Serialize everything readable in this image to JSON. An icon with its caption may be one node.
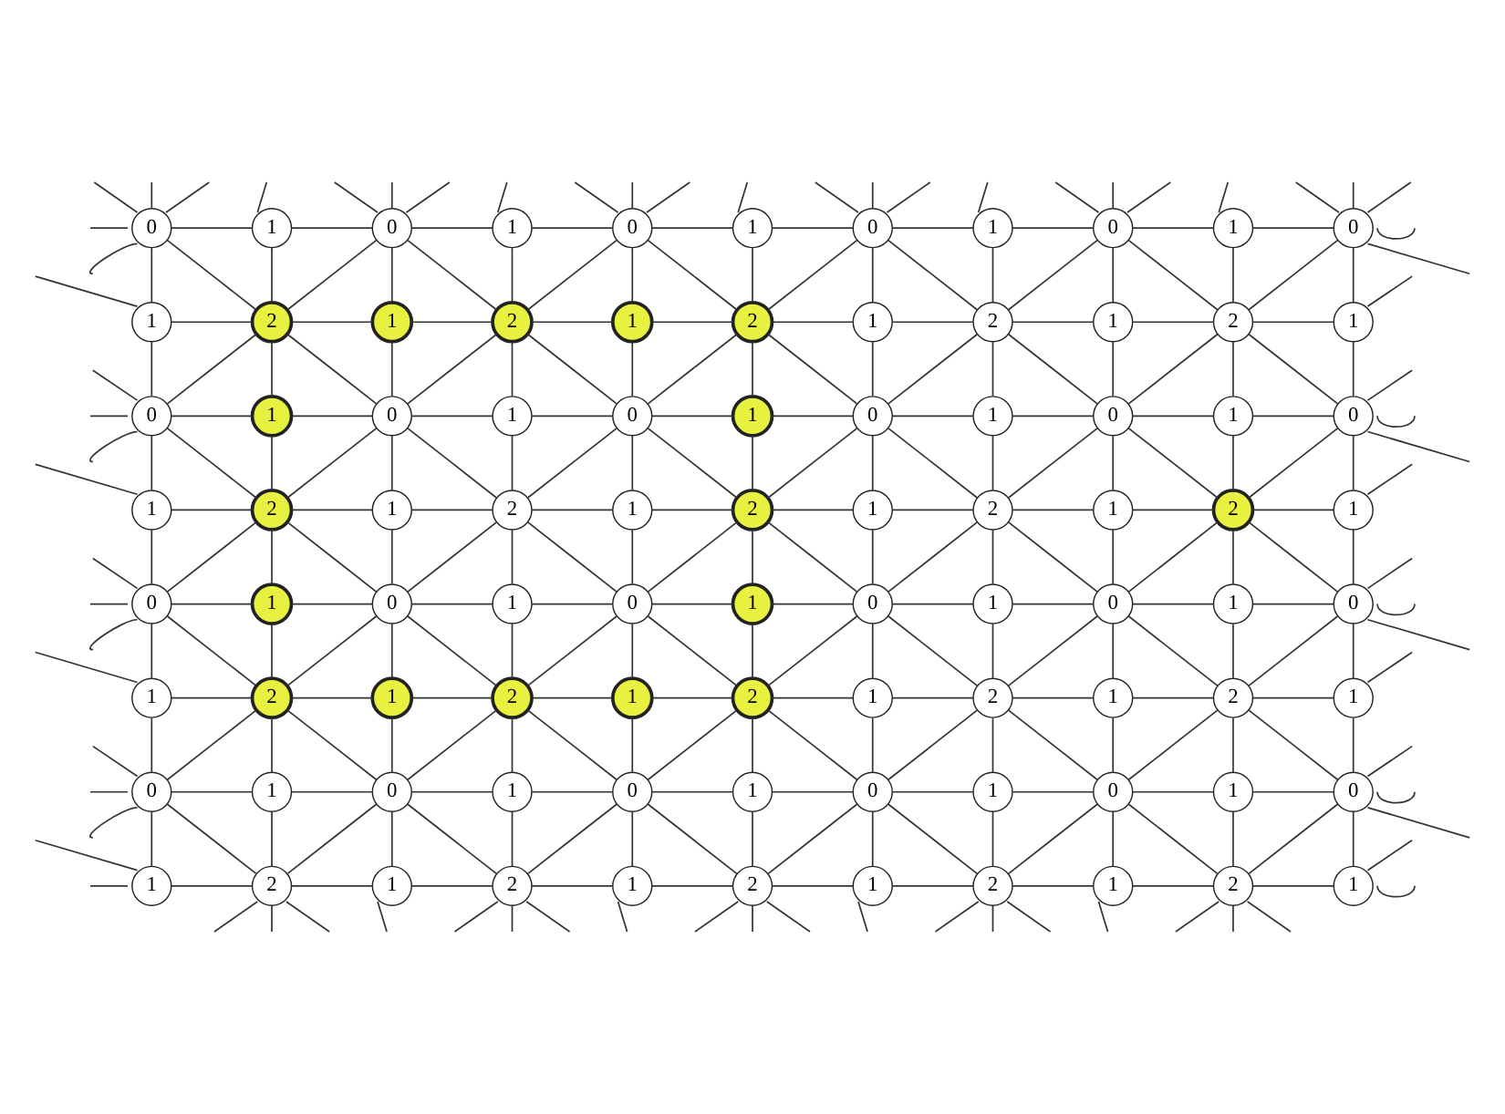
{
  "diagram": {
    "nodes": [
      {
        "text": [
          "0"
        ]
      },
      {
        "text": [
          "1"
        ]
      },
      {
        "text": [
          "0"
        ]
      },
      {
        "text": [
          "1"
        ]
      },
      {
        "text": [
          "0"
        ]
      },
      {
        "text": [
          "1"
        ]
      },
      {
        "text": [
          "0"
        ]
      },
      {
        "text": [
          "1"
        ]
      },
      {
        "text": [
          "0"
        ]
      },
      {
        "text": [
          "1"
        ]
      },
      {
        "text": [
          "0"
        ]
      },
      {
        "text": [
          "1"
        ]
      },
      {
        "text": [
          "2"
        ]
      },
      {
        "text": [
          "1"
        ]
      },
      {
        "text": [
          "2"
        ]
      },
      {
        "text": [
          "1"
        ]
      },
      {
        "text": [
          "2"
        ]
      },
      {
        "text": [
          "1"
        ]
      },
      {
        "text": [
          "2"
        ]
      },
      {
        "text": [
          "1"
        ]
      },
      {
        "text": [
          "2"
        ]
      },
      {
        "text": [
          "1"
        ]
      },
      {
        "text": [
          "0"
        ]
      },
      {
        "text": [
          "1"
        ]
      },
      {
        "text": [
          "0"
        ]
      },
      {
        "text": [
          "1"
        ]
      },
      {
        "text": [
          "0"
        ]
      },
      {
        "text": [
          "1"
        ]
      },
      {
        "text": [
          "0"
        ]
      },
      {
        "text": [
          "1"
        ]
      },
      {
        "text": [
          "0"
        ]
      },
      {
        "text": [
          "1"
        ]
      },
      {
        "text": [
          "0"
        ]
      },
      {
        "text": [
          "1"
        ]
      },
      {
        "text": [
          "2"
        ]
      },
      {
        "text": [
          "1"
        ]
      },
      {
        "text": [
          "2"
        ]
      },
      {
        "text": [
          "1"
        ]
      },
      {
        "text": [
          "2"
        ]
      },
      {
        "text": [
          "1"
        ]
      },
      {
        "text": [
          "2"
        ]
      },
      {
        "text": [
          "1"
        ]
      },
      {
        "text": [
          "2"
        ]
      },
      {
        "text": [
          "1"
        ]
      },
      {
        "text": [
          "0"
        ]
      },
      {
        "text": [
          "1"
        ]
      },
      {
        "text": [
          "0"
        ]
      },
      {
        "text": [
          "1"
        ]
      },
      {
        "text": [
          "0"
        ]
      },
      {
        "text": [
          "1"
        ]
      },
      {
        "text": [
          "0"
        ]
      },
      {
        "text": [
          "1"
        ]
      },
      {
        "text": [
          "0"
        ]
      },
      {
        "text": [
          "1"
        ]
      },
      {
        "text": [
          "0"
        ]
      },
      {
        "text": [
          "1"
        ]
      },
      {
        "text": [
          "2"
        ]
      },
      {
        "text": [
          "1"
        ]
      },
      {
        "text": [
          "2"
        ]
      },
      {
        "text": [
          "1"
        ]
      },
      {
        "text": [
          "2"
        ]
      },
      {
        "text": [
          "1"
        ]
      },
      {
        "text": [
          "2"
        ]
      },
      {
        "text": [
          "1"
        ]
      },
      {
        "text": [
          "2"
        ]
      },
      {
        "text": [
          "1"
        ]
      },
      {
        "text": [
          "0"
        ]
      },
      {
        "text": [
          "1"
        ]
      },
      {
        "text": [
          "0"
        ]
      },
      {
        "text": [
          "1"
        ]
      },
      {
        "text": [
          "0"
        ]
      },
      {
        "text": [
          "1"
        ]
      },
      {
        "text": [
          "0"
        ]
      },
      {
        "text": [
          "1"
        ]
      },
      {
        "text": [
          "0"
        ]
      },
      {
        "text": [
          "1"
        ]
      },
      {
        "text": [
          "0"
        ]
      },
      {
        "text": [
          "1"
        ]
      },
      {
        "text": [
          "2"
        ]
      },
      {
        "text": [
          "1"
        ]
      },
      {
        "text": [
          "2"
        ]
      },
      {
        "text": [
          "1"
        ]
      },
      {
        "text": [
          "2"
        ]
      },
      {
        "text": [
          "1"
        ]
      },
      {
        "text": [
          "2"
        ]
      },
      {
        "text": [
          "1"
        ]
      },
      {
        "text": [
          "2"
        ]
      },
      {
        "text": [
          "1"
        ]
      }
    ],
    "edges": [
      {
        "from": 0,
        "to": 1,
        "arrow": "none"
      },
      {
        "from": 1,
        "to": 2,
        "arrow": "none"
      },
      {
        "from": 2,
        "to": 3,
        "arrow": "none"
      },
      {
        "from": 3,
        "to": 4,
        "arrow": "none"
      },
      {
        "from": 4,
        "to": 5,
        "arrow": "none"
      },
      {
        "from": 5,
        "to": 6,
        "arrow": "none"
      },
      {
        "from": 6,
        "to": 7,
        "arrow": "none"
      },
      {
        "from": 7,
        "to": 8,
        "arrow": "none"
      },
      {
        "from": 8,
        "to": 9,
        "arrow": "none"
      },
      {
        "from": 9,
        "to": 10,
        "arrow": "none"
      },
      {
        "from": 11,
        "to": 12,
        "arrow": "none"
      },
      {
        "from": 12,
        "to": 13,
        "arrow": "none"
      },
      {
        "from": 13,
        "to": 14,
        "arrow": "none"
      },
      {
        "from": 14,
        "to": 15,
        "arrow": "none"
      },
      {
        "from": 15,
        "to": 16,
        "arrow": "none"
      },
      {
        "from": 16,
        "to": 17,
        "arrow": "none"
      },
      {
        "from": 17,
        "to": 18,
        "arrow": "none"
      },
      {
        "from": 18,
        "to": 19,
        "arrow": "none"
      },
      {
        "from": 19,
        "to": 20,
        "arrow": "none"
      },
      {
        "from": 20,
        "to": 21,
        "arrow": "none"
      },
      {
        "from": 22,
        "to": 23,
        "arrow": "none"
      },
      {
        "from": 23,
        "to": 24,
        "arrow": "none"
      },
      {
        "from": 24,
        "to": 25,
        "arrow": "none"
      },
      {
        "from": 25,
        "to": 26,
        "arrow": "none"
      },
      {
        "from": 26,
        "to": 27,
        "arrow": "none"
      },
      {
        "from": 27,
        "to": 28,
        "arrow": "none"
      },
      {
        "from": 28,
        "to": 29,
        "arrow": "none"
      },
      {
        "from": 29,
        "to": 30,
        "arrow": "none"
      },
      {
        "from": 30,
        "to": 31,
        "arrow": "none"
      },
      {
        "from": 31,
        "to": 32,
        "arrow": "none"
      },
      {
        "from": 33,
        "to": 34,
        "arrow": "none"
      },
      {
        "from": 34,
        "to": 35,
        "arrow": "none"
      },
      {
        "from": 35,
        "to": 36,
        "arrow": "none"
      },
      {
        "from": 36,
        "to": 37,
        "arrow": "none"
      },
      {
        "from": 37,
        "to": 38,
        "arrow": "none"
      },
      {
        "from": 38,
        "to": 39,
        "arrow": "none"
      },
      {
        "from": 39,
        "to": 40,
        "arrow": "none"
      },
      {
        "from": 40,
        "to": 41,
        "arrow": "none"
      },
      {
        "from": 41,
        "to": 42,
        "arrow": "none"
      },
      {
        "from": 42,
        "to": 43,
        "arrow": "none"
      },
      {
        "from": 44,
        "to": 45,
        "arrow": "none"
      },
      {
        "from": 45,
        "to": 46,
        "arrow": "none"
      },
      {
        "from": 46,
        "to": 47,
        "arrow": "none"
      },
      {
        "from": 47,
        "to": 48,
        "arrow": "none"
      },
      {
        "from": 48,
        "to": 49,
        "arrow": "none"
      },
      {
        "from": 49,
        "to": 50,
        "arrow": "none"
      },
      {
        "from": 50,
        "to": 51,
        "arrow": "none"
      },
      {
        "from": 51,
        "to": 52,
        "arrow": "none"
      },
      {
        "from": 52,
        "to": 53,
        "arrow": "none"
      },
      {
        "from": 53,
        "to": 54,
        "arrow": "none"
      },
      {
        "from": 55,
        "to": 56,
        "arrow": "none"
      },
      {
        "from": 56,
        "to": 57,
        "arrow": "none"
      },
      {
        "from": 57,
        "to": 58,
        "arrow": "none"
      },
      {
        "from": 58,
        "to": 59,
        "arrow": "none"
      },
      {
        "from": 59,
        "to": 60,
        "arrow": "none"
      },
      {
        "from": 60,
        "to": 61,
        "arrow": "none"
      },
      {
        "from": 61,
        "to": 62,
        "arrow": "none"
      },
      {
        "from": 62,
        "to": 63,
        "arrow": "none"
      },
      {
        "from": 63,
        "to": 64,
        "arrow": "none"
      },
      {
        "from": 64,
        "to": 65,
        "arrow": "none"
      },
      {
        "from": 66,
        "to": 67,
        "arrow": "none"
      },
      {
        "from": 67,
        "to": 68,
        "arrow": "none"
      },
      {
        "from": 68,
        "to": 69,
        "arrow": "none"
      },
      {
        "from": 69,
        "to": 70,
        "arrow": "none"
      },
      {
        "from": 70,
        "to": 71,
        "arrow": "none"
      },
      {
        "from": 71,
        "to": 72,
        "arrow": "none"
      },
      {
        "from": 72,
        "to": 73,
        "arrow": "none"
      },
      {
        "from": 73,
        "to": 74,
        "arrow": "none"
      },
      {
        "from": 74,
        "to": 75,
        "arrow": "none"
      },
      {
        "from": 75,
        "to": 76,
        "arrow": "none"
      },
      {
        "from": 77,
        "to": 78,
        "arrow": "none"
      },
      {
        "from": 78,
        "to": 79,
        "arrow": "none"
      },
      {
        "from": 79,
        "to": 80,
        "arrow": "none"
      },
      {
        "from": 80,
        "to": 81,
        "arrow": "none"
      },
      {
        "from": 81,
        "to": 82,
        "arrow": "none"
      },
      {
        "from": 82,
        "to": 83,
        "arrow": "none"
      },
      {
        "from": 83,
        "to": 84,
        "arrow": "none"
      },
      {
        "from": 84,
        "to": 85,
        "arrow": "none"
      },
      {
        "from": 85,
        "to": 86,
        "arrow": "none"
      },
      {
        "from": 86,
        "to": 87,
        "arrow": "none"
      },
      {
        "from": 0,
        "to": 11,
        "arrow": "none"
      },
      {
        "from": 1,
        "to": 12,
        "arrow": "none"
      },
      {
        "from": 2,
        "to": 13,
        "arrow": "none"
      },
      {
        "from": 3,
        "to": 14,
        "arrow": "none"
      },
      {
        "from": 4,
        "to": 15,
        "arrow": "none"
      },
      {
        "from": 5,
        "to": 16,
        "arrow": "none"
      },
      {
        "from": 6,
        "to": 17,
        "arrow": "none"
      },
      {
        "from": 7,
        "to": 18,
        "arrow": "none"
      },
      {
        "from": 8,
        "to": 19,
        "arrow": "none"
      },
      {
        "from": 9,
        "to": 20,
        "arrow": "none"
      },
      {
        "from": 10,
        "to": 21,
        "arrow": "none"
      },
      {
        "from": 11,
        "to": 22,
        "arrow": "none"
      },
      {
        "from": 12,
        "to": 23,
        "arrow": "none"
      },
      {
        "from": 13,
        "to": 24,
        "arrow": "none"
      },
      {
        "from": 14,
        "to": 25,
        "arrow": "none"
      },
      {
        "from": 15,
        "to": 26,
        "arrow": "none"
      },
      {
        "from": 16,
        "to": 27,
        "arrow": "none"
      },
      {
        "from": 17,
        "to": 28,
        "arrow": "none"
      },
      {
        "from": 18,
        "to": 29,
        "arrow": "none"
      },
      {
        "from": 19,
        "to": 30,
        "arrow": "none"
      },
      {
        "from": 20,
        "to": 31,
        "arrow": "none"
      },
      {
        "from": 21,
        "to": 32,
        "arrow": "none"
      },
      {
        "from": 22,
        "to": 33,
        "arrow": "none"
      },
      {
        "from": 23,
        "to": 34,
        "arrow": "none"
      },
      {
        "from": 24,
        "to": 35,
        "arrow": "none"
      },
      {
        "from": 25,
        "to": 36,
        "arrow": "none"
      },
      {
        "from": 26,
        "to": 37,
        "arrow": "none"
      },
      {
        "from": 27,
        "to": 38,
        "arrow": "none"
      },
      {
        "from": 28,
        "to": 39,
        "arrow": "none"
      },
      {
        "from": 29,
        "to": 40,
        "arrow": "none"
      },
      {
        "from": 30,
        "to": 41,
        "arrow": "none"
      },
      {
        "from": 31,
        "to": 42,
        "arrow": "none"
      },
      {
        "from": 32,
        "to": 43,
        "arrow": "none"
      },
      {
        "from": 33,
        "to": 44,
        "arrow": "none"
      },
      {
        "from": 34,
        "to": 45,
        "arrow": "none"
      },
      {
        "from": 35,
        "to": 46,
        "arrow": "none"
      },
      {
        "from": 36,
        "to": 47,
        "arrow": "none"
      },
      {
        "from": 37,
        "to": 48,
        "arrow": "none"
      },
      {
        "from": 38,
        "to": 49,
        "arrow": "none"
      },
      {
        "from": 39,
        "to": 50,
        "arrow": "none"
      },
      {
        "from": 40,
        "to": 51,
        "arrow": "none"
      },
      {
        "from": 41,
        "to": 52,
        "arrow": "none"
      },
      {
        "from": 42,
        "to": 53,
        "arrow": "none"
      },
      {
        "from": 43,
        "to": 54,
        "arrow": "none"
      },
      {
        "from": 44,
        "to": 55,
        "arrow": "none"
      },
      {
        "from": 45,
        "to": 56,
        "arrow": "none"
      },
      {
        "from": 46,
        "to": 57,
        "arrow": "none"
      },
      {
        "from": 47,
        "to": 58,
        "arrow": "none"
      },
      {
        "from": 48,
        "to": 59,
        "arrow": "none"
      },
      {
        "from": 49,
        "to": 60,
        "arrow": "none"
      },
      {
        "from": 50,
        "to": 61,
        "arrow": "none"
      },
      {
        "from": 51,
        "to": 62,
        "arrow": "none"
      },
      {
        "from": 52,
        "to": 63,
        "arrow": "none"
      },
      {
        "from": 53,
        "to": 64,
        "arrow": "none"
      },
      {
        "from": 54,
        "to": 65,
        "arrow": "none"
      },
      {
        "from": 55,
        "to": 66,
        "arrow": "none"
      },
      {
        "from": 56,
        "to": 67,
        "arrow": "none"
      },
      {
        "from": 57,
        "to": 68,
        "arrow": "none"
      },
      {
        "from": 58,
        "to": 69,
        "arrow": "none"
      },
      {
        "from": 59,
        "to": 70,
        "arrow": "none"
      },
      {
        "from": 60,
        "to": 71,
        "arrow": "none"
      },
      {
        "from": 61,
        "to": 72,
        "arrow": "none"
      },
      {
        "from": 62,
        "to": 73,
        "arrow": "none"
      },
      {
        "from": 63,
        "to": 74,
        "arrow": "none"
      },
      {
        "from": 64,
        "to": 75,
        "arrow": "none"
      },
      {
        "from": 65,
        "to": 76,
        "arrow": "none"
      },
      {
        "from": 66,
        "to": 77,
        "arrow": "none"
      },
      {
        "from": 67,
        "to": 78,
        "arrow": "none"
      },
      {
        "from": 68,
        "to": 79,
        "arrow": "none"
      },
      {
        "from": 69,
        "to": 80,
        "arrow": "none"
      },
      {
        "from": 70,
        "to": 81,
        "arrow": "none"
      },
      {
        "from": 71,
        "to": 82,
        "arrow": "none"
      },
      {
        "from": 72,
        "to": 83,
        "arrow": "none"
      },
      {
        "from": 73,
        "to": 84,
        "arrow": "none"
      },
      {
        "from": 74,
        "to": 85,
        "arrow": "none"
      },
      {
        "from": 75,
        "to": 86,
        "arrow": "none"
      },
      {
        "from": 76,
        "to": 87,
        "arrow": "none"
      },
      {
        "from": 12,
        "to": 0,
        "arrow": "none"
      },
      {
        "from": 12,
        "to": 2,
        "arrow": "none"
      },
      {
        "from": 12,
        "to": 22,
        "arrow": "none"
      },
      {
        "from": 12,
        "to": 24,
        "arrow": "none"
      },
      {
        "from": 14,
        "to": 2,
        "arrow": "none"
      },
      {
        "from": 14,
        "to": 4,
        "arrow": "none"
      },
      {
        "from": 14,
        "to": 24,
        "arrow": "none"
      },
      {
        "from": 14,
        "to": 26,
        "arrow": "none"
      },
      {
        "from": 16,
        "to": 4,
        "arrow": "none"
      },
      {
        "from": 16,
        "to": 6,
        "arrow": "none"
      },
      {
        "from": 16,
        "to": 26,
        "arrow": "none"
      },
      {
        "from": 16,
        "to": 28,
        "arrow": "none"
      },
      {
        "from": 18,
        "to": 6,
        "arrow": "none"
      },
      {
        "from": 18,
        "to": 8,
        "arrow": "none"
      },
      {
        "from": 18,
        "to": 28,
        "arrow": "none"
      },
      {
        "from": 18,
        "to": 30,
        "arrow": "none"
      },
      {
        "from": 20,
        "to": 8,
        "arrow": "none"
      },
      {
        "from": 20,
        "to": 10,
        "arrow": "none"
      },
      {
        "from": 20,
        "to": 30,
        "arrow": "none"
      },
      {
        "from": 20,
        "to": 32,
        "arrow": "none"
      },
      {
        "from": 34,
        "to": 22,
        "arrow": "none"
      },
      {
        "from": 34,
        "to": 24,
        "arrow": "none"
      },
      {
        "from": 34,
        "to": 44,
        "arrow": "none"
      },
      {
        "from": 34,
        "to": 46,
        "arrow": "none"
      },
      {
        "from": 36,
        "to": 24,
        "arrow": "none"
      },
      {
        "from": 36,
        "to": 26,
        "arrow": "none"
      },
      {
        "from": 36,
        "to": 46,
        "arrow": "none"
      },
      {
        "from": 36,
        "to": 48,
        "arrow": "none"
      },
      {
        "from": 38,
        "to": 26,
        "arrow": "none"
      },
      {
        "from": 38,
        "to": 28,
        "arrow": "none"
      },
      {
        "from": 38,
        "to": 48,
        "arrow": "none"
      },
      {
        "from": 38,
        "to": 50,
        "arrow": "none"
      },
      {
        "from": 40,
        "to": 28,
        "arrow": "none"
      },
      {
        "from": 40,
        "to": 30,
        "arrow": "none"
      },
      {
        "from": 40,
        "to": 50,
        "arrow": "none"
      },
      {
        "from": 40,
        "to": 52,
        "arrow": "none"
      },
      {
        "from": 42,
        "to": 30,
        "arrow": "none"
      },
      {
        "from": 42,
        "to": 32,
        "arrow": "none"
      },
      {
        "from": 42,
        "to": 52,
        "arrow": "none"
      },
      {
        "from": 42,
        "to": 54,
        "arrow": "none"
      },
      {
        "from": 56,
        "to": 44,
        "arrow": "none"
      },
      {
        "from": 56,
        "to": 46,
        "arrow": "none"
      },
      {
        "from": 56,
        "to": 66,
        "arrow": "none"
      },
      {
        "from": 56,
        "to": 68,
        "arrow": "none"
      },
      {
        "from": 58,
        "to": 46,
        "arrow": "none"
      },
      {
        "from": 58,
        "to": 48,
        "arrow": "none"
      },
      {
        "from": 58,
        "to": 68,
        "arrow": "none"
      },
      {
        "from": 58,
        "to": 70,
        "arrow": "none"
      },
      {
        "from": 60,
        "to": 48,
        "arrow": "none"
      },
      {
        "from": 60,
        "to": 50,
        "arrow": "none"
      },
      {
        "from": 60,
        "to": 70,
        "arrow": "none"
      },
      {
        "from": 60,
        "to": 72,
        "arrow": "none"
      },
      {
        "from": 62,
        "to": 50,
        "arrow": "none"
      },
      {
        "from": 62,
        "to": 52,
        "arrow": "none"
      },
      {
        "from": 62,
        "to": 72,
        "arrow": "none"
      },
      {
        "from": 62,
        "to": 74,
        "arrow": "none"
      },
      {
        "from": 64,
        "to": 52,
        "arrow": "none"
      },
      {
        "from": 64,
        "to": 54,
        "arrow": "none"
      },
      {
        "from": 64,
        "to": 74,
        "arrow": "none"
      },
      {
        "from": 64,
        "to": 76,
        "arrow": "none"
      },
      {
        "from": 78,
        "to": 66,
        "arrow": "none"
      },
      {
        "from": 78,
        "to": 68,
        "arrow": "none"
      },
      {
        "from": 80,
        "to": 68,
        "arrow": "none"
      },
      {
        "from": 80,
        "to": 70,
        "arrow": "none"
      },
      {
        "from": 82,
        "to": 70,
        "arrow": "none"
      },
      {
        "from": 82,
        "to": 72,
        "arrow": "none"
      },
      {
        "from": 84,
        "to": 72,
        "arrow": "none"
      },
      {
        "from": 84,
        "to": 74,
        "arrow": "none"
      },
      {
        "from": 86,
        "to": 74,
        "arrow": "none"
      },
      {
        "from": 86,
        "to": 76,
        "arrow": "none"
      },
      {
        "from": 0,
        "to": null,
        "arrow": "none"
      },
      {
        "from": 0,
        "to": null,
        "arrow": "none"
      },
      {
        "from": 0,
        "to": null,
        "arrow": "none"
      },
      {
        "from": 0,
        "to": null,
        "arrow": "none"
      },
      {
        "from": 0,
        "to": null,
        "arrow": "none"
      },
      {
        "from": 1,
        "to": null,
        "arrow": "none"
      },
      {
        "from": 2,
        "to": null,
        "arrow": "none"
      },
      {
        "from": 2,
        "to": null,
        "arrow": "none"
      },
      {
        "from": 2,
        "to": null,
        "arrow": "none"
      },
      {
        "from": 3,
        "to": null,
        "arrow": "none"
      },
      {
        "from": 4,
        "to": null,
        "arrow": "none"
      },
      {
        "from": 4,
        "to": null,
        "arrow": "none"
      },
      {
        "from": 4,
        "to": null,
        "arrow": "none"
      },
      {
        "from": 5,
        "to": null,
        "arrow": "none"
      },
      {
        "from": 6,
        "to": null,
        "arrow": "none"
      },
      {
        "from": 6,
        "to": null,
        "arrow": "none"
      },
      {
        "from": 6,
        "to": null,
        "arrow": "none"
      },
      {
        "from": 7,
        "to": null,
        "arrow": "none"
      },
      {
        "from": 8,
        "to": null,
        "arrow": "none"
      },
      {
        "from": 8,
        "to": null,
        "arrow": "none"
      },
      {
        "from": 8,
        "to": null,
        "arrow": "none"
      },
      {
        "from": 9,
        "to": null,
        "arrow": "none"
      },
      {
        "from": 10,
        "to": null,
        "arrow": "none"
      },
      {
        "from": 10,
        "to": null,
        "arrow": "none"
      },
      {
        "from": 10,
        "to": null,
        "arrow": "none"
      },
      {
        "from": 10,
        "to": null,
        "arrow": "none"
      },
      {
        "from": 10,
        "to": null,
        "arrow": "none"
      },
      {
        "from": 11,
        "to": null,
        "arrow": "none"
      },
      {
        "from": 21,
        "to": null,
        "arrow": "none"
      },
      {
        "from": 22,
        "to": null,
        "arrow": "none"
      },
      {
        "from": 22,
        "to": null,
        "arrow": "none"
      },
      {
        "from": 22,
        "to": null,
        "arrow": "none"
      },
      {
        "from": 32,
        "to": null,
        "arrow": "none"
      },
      {
        "from": 32,
        "to": null,
        "arrow": "none"
      },
      {
        "from": 32,
        "to": null,
        "arrow": "none"
      },
      {
        "from": 33,
        "to": null,
        "arrow": "none"
      },
      {
        "from": 43,
        "to": null,
        "arrow": "none"
      },
      {
        "from": 44,
        "to": null,
        "arrow": "none"
      },
      {
        "from": 44,
        "to": null,
        "arrow": "none"
      },
      {
        "from": 44,
        "to": null,
        "arrow": "none"
      },
      {
        "from": 54,
        "to": null,
        "arrow": "none"
      },
      {
        "from": 54,
        "to": null,
        "arrow": "none"
      },
      {
        "from": 54,
        "to": null,
        "arrow": "none"
      },
      {
        "from": 55,
        "to": null,
        "arrow": "none"
      },
      {
        "from": 65,
        "to": null,
        "arrow": "none"
      },
      {
        "from": 66,
        "to": null,
        "arrow": "none"
      },
      {
        "from": 66,
        "to": null,
        "arrow": "none"
      },
      {
        "from": 66,
        "to": null,
        "arrow": "none"
      },
      {
        "from": 76,
        "to": null,
        "arrow": "none"
      },
      {
        "from": 76,
        "to": null,
        "arrow": "none"
      },
      {
        "from": 76,
        "to": null,
        "arrow": "none"
      },
      {
        "from": 77,
        "to": null,
        "arrow": "none"
      },
      {
        "from": 77,
        "to": null,
        "arrow": "none"
      },
      {
        "from": 78,
        "to": null,
        "arrow": "none"
      },
      {
        "from": 78,
        "to": null,
        "arrow": "none"
      },
      {
        "from": 78,
        "to": null,
        "arrow": "none"
      },
      {
        "from": 79,
        "to": null,
        "arrow": "none"
      },
      {
        "from": 80,
        "to": null,
        "arrow": "none"
      },
      {
        "from": 80,
        "to": null,
        "arrow": "none"
      },
      {
        "from": 80,
        "to": null,
        "arrow": "none"
      },
      {
        "from": 81,
        "to": null,
        "arrow": "none"
      },
      {
        "from": 82,
        "to": null,
        "arrow": "none"
      },
      {
        "from": 82,
        "to": null,
        "arrow": "none"
      },
      {
        "from": 82,
        "to": null,
        "arrow": "none"
      },
      {
        "from": 83,
        "to": null,
        "arrow": "none"
      },
      {
        "from": 84,
        "to": null,
        "arrow": "none"
      },
      {
        "from": 84,
        "to": null,
        "arrow": "none"
      },
      {
        "from": 84,
        "to": null,
        "arrow": "none"
      },
      {
        "from": 85,
        "to": null,
        "arrow": "none"
      },
      {
        "from": 86,
        "to": null,
        "arrow": "none"
      },
      {
        "from": 86,
        "to": null,
        "arrow": "none"
      },
      {
        "from": 86,
        "to": null,
        "arrow": "none"
      },
      {
        "from": 87,
        "to": null,
        "arrow": "none"
      },
      {
        "from": 87,
        "to": null,
        "arrow": "none"
      }
    ]
  }
}
